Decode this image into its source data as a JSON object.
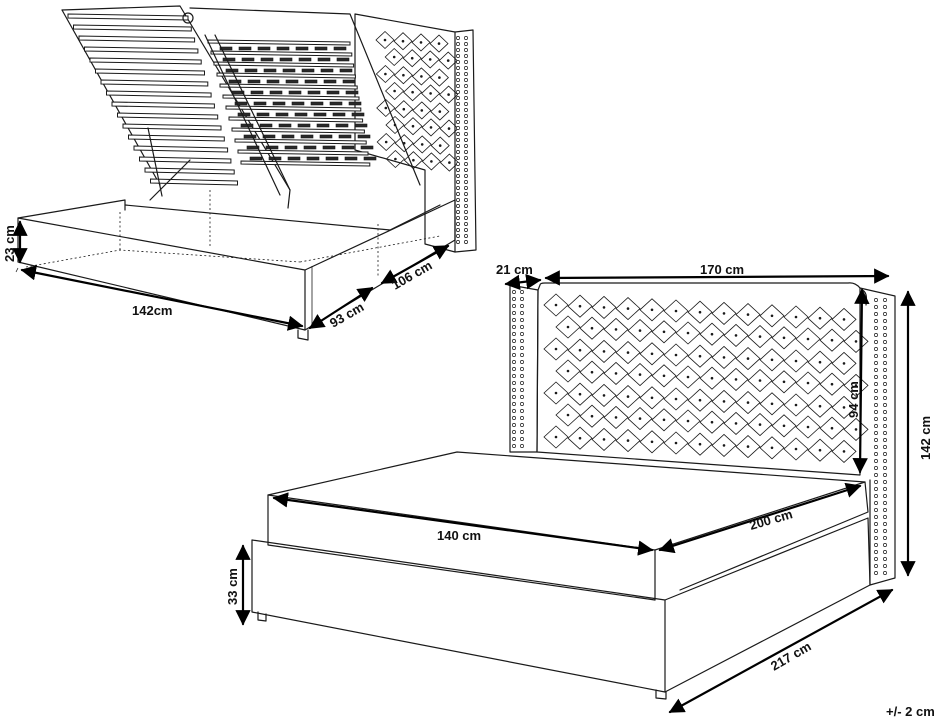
{
  "labels": {
    "top_height": "23 cm",
    "top_length": "142cm",
    "top_width": "93 cm",
    "top_depth": "106 cm",
    "headboard_wing": "21 cm",
    "headboard_width": "170 cm",
    "headboard_height": "94 cm",
    "total_height": "142 cm",
    "mattress_width": "140 cm",
    "mattress_length": "200 cm",
    "base_height": "33 cm",
    "total_length": "217 cm",
    "tolerance": "+/- 2 cm"
  },
  "colors": {
    "line": "#1a1a1a",
    "background": "#ffffff"
  },
  "icons": {
    "arrow": "dimension-arrowhead"
  }
}
